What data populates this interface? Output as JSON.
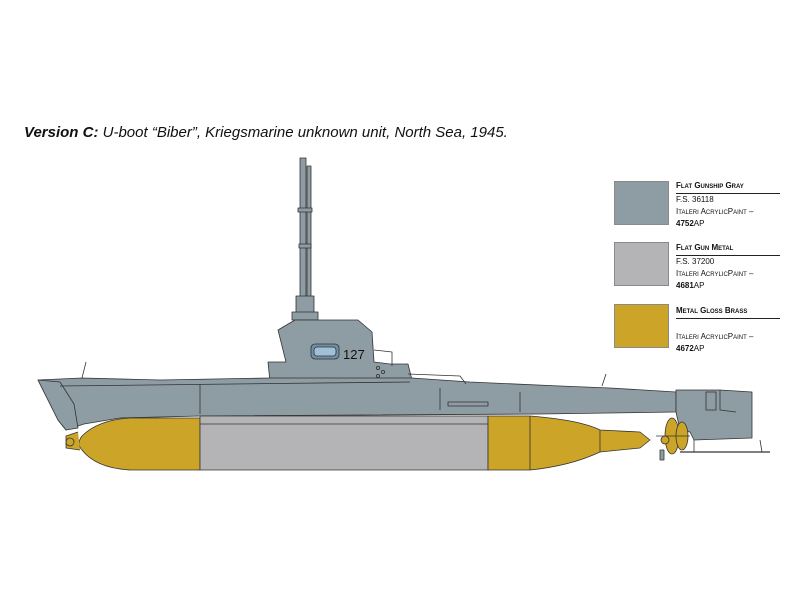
{
  "title": {
    "version_label": "Version C:",
    "description": "U-boot “Biber”, Kriegsmarine unknown unit, North Sea, 1945."
  },
  "hull_number": "127",
  "colors": {
    "flat_gunship_gray": "#8e9ca4",
    "flat_gun_metal": "#b4b4b6",
    "metal_gloss_brass": "#cca528"
  },
  "legend": [
    {
      "name": "Flat Gunship Gray",
      "fs": "F.S. 36118",
      "paint_brand": "Italeri AcrylicPaint – ",
      "code": "4752",
      "suffix": "AP",
      "color": "#8e9ca4"
    },
    {
      "name": "Flat Gun Metal",
      "fs": "F.S. 37200",
      "paint_brand": "Italeri AcrylicPaint – ",
      "code": "4681",
      "suffix": "AP",
      "color": "#b4b4b6"
    },
    {
      "name": "Metal Gloss Brass",
      "fs": "",
      "paint_brand": "Italeri AcrylicPaint – ",
      "code": "4672",
      "suffix": "AP",
      "color": "#cca528"
    }
  ]
}
